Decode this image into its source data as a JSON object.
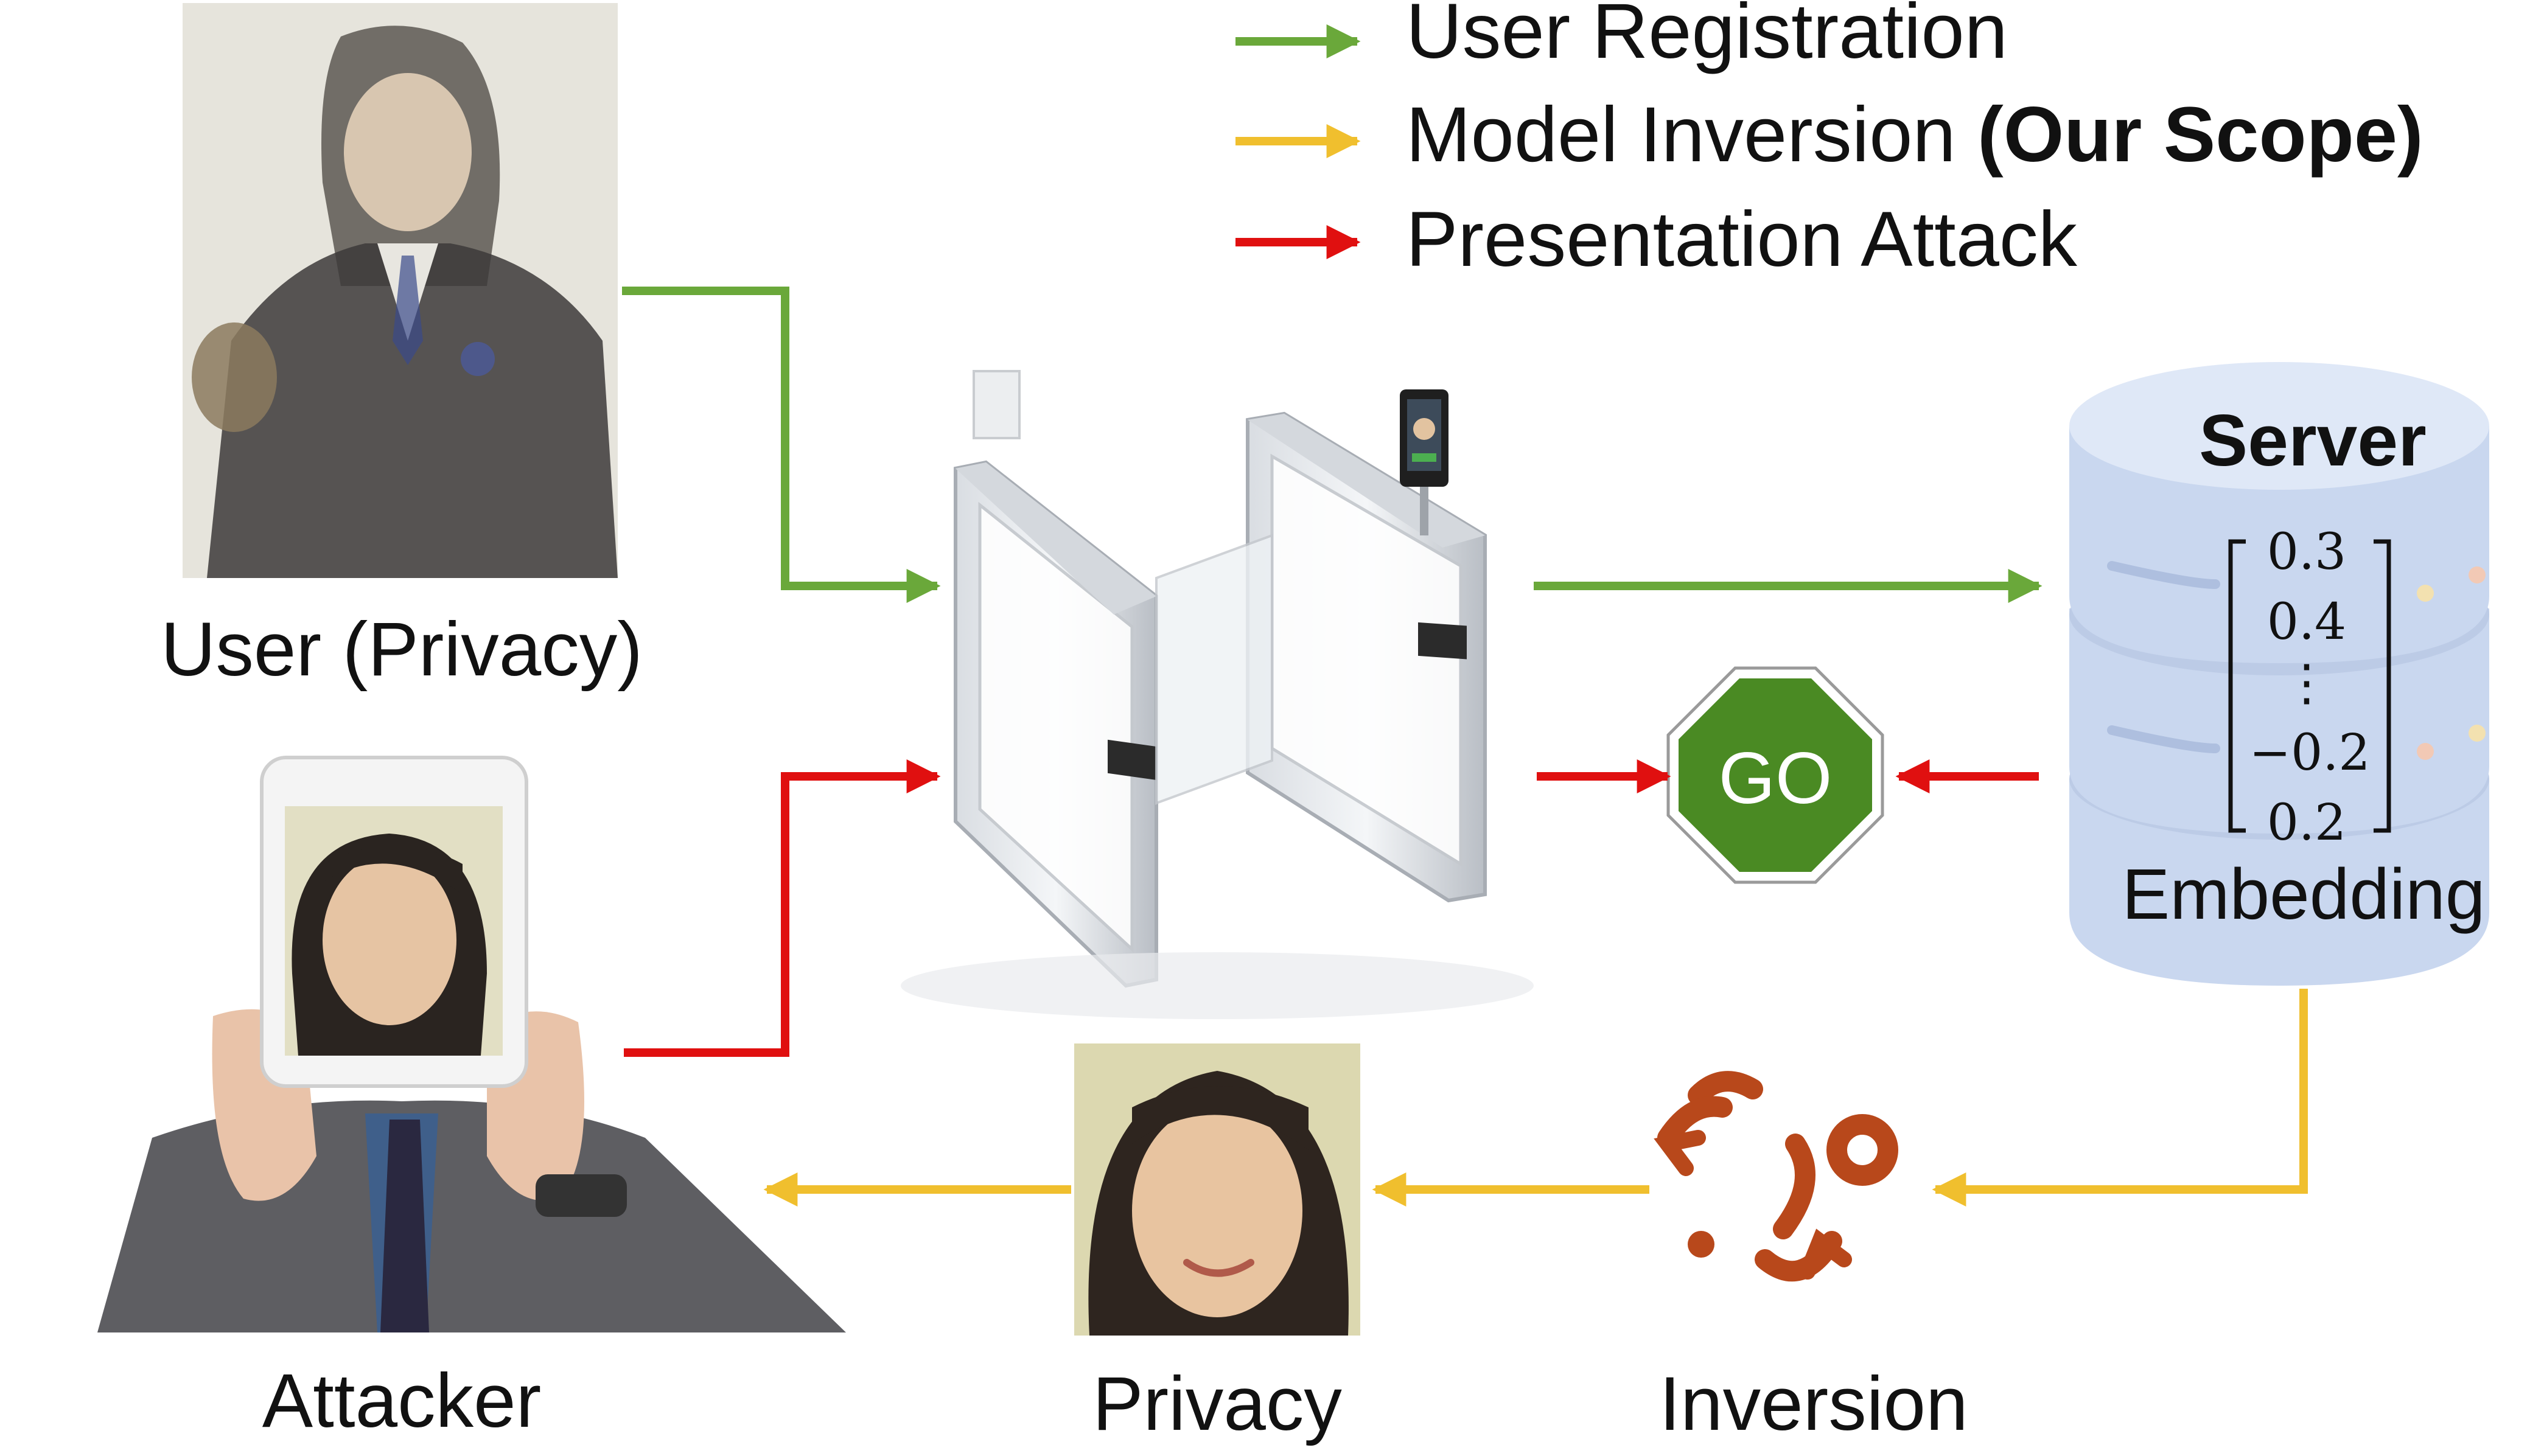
{
  "legend": {
    "items": [
      {
        "label": "User Registration",
        "color": "#6aa83a"
      },
      {
        "label": "Model Inversion ",
        "bold_suffix": "(Our Scope)",
        "color": "#f0bf2e"
      },
      {
        "label": "Presentation Attack",
        "color": "#e01010"
      }
    ]
  },
  "labels": {
    "user": "User (Privacy)",
    "attacker": "Attacker",
    "privacy": "Privacy",
    "inversion": "Inversion",
    "embedding": "Embedding",
    "server": "Server",
    "go_sign": "GO"
  },
  "embedding_vector": [
    "0.3",
    "0.4",
    "⋮",
    "−0.2",
    "0.2"
  ],
  "colors": {
    "registration": "#6aa83a",
    "inversion": "#f0bf2e",
    "attack": "#e01010",
    "go_sign": "#4a8a23",
    "server_body": "#c9d7ef",
    "server_top": "#dfe8f7",
    "inversion_icon": "#b8481b"
  }
}
